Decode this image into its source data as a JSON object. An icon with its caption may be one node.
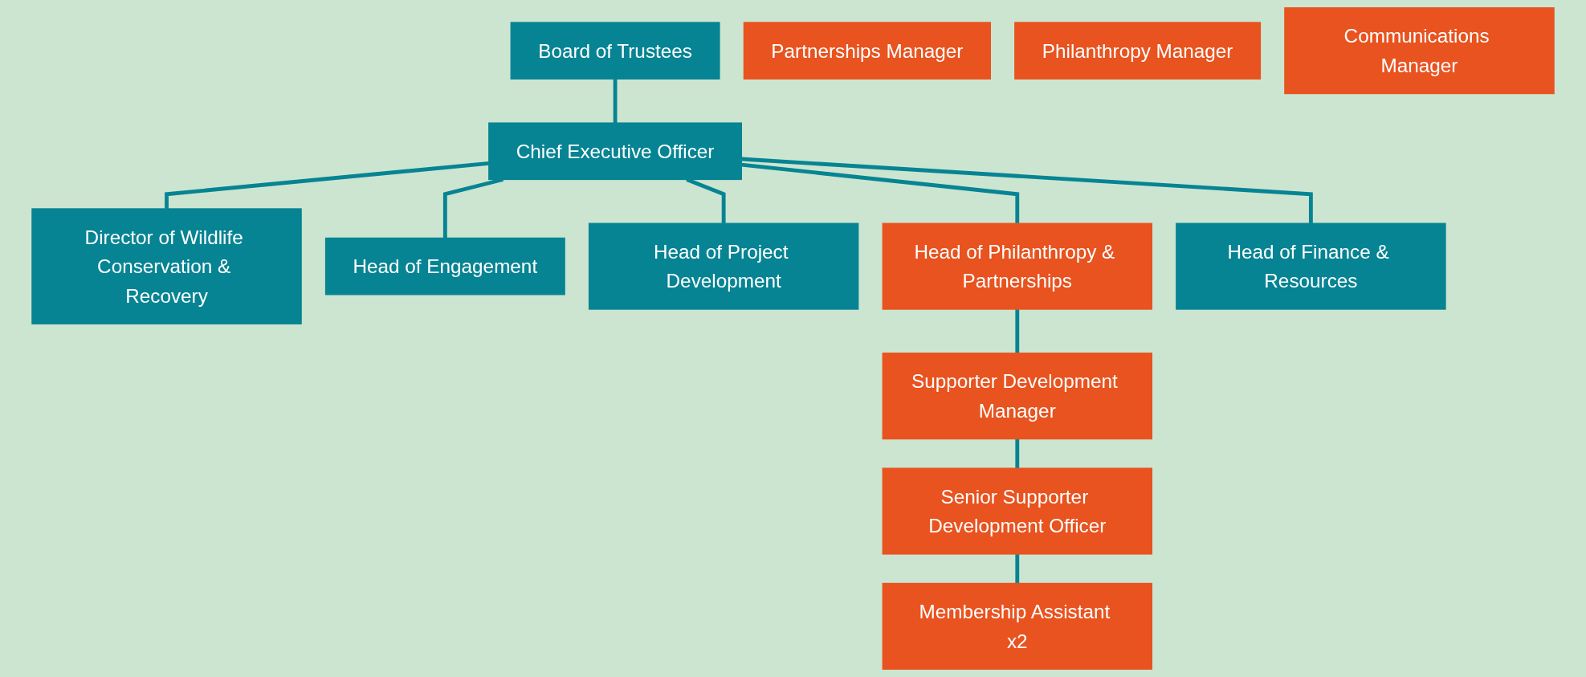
{
  "diagram": {
    "nodes": [
      {
        "text": [
          "Board of Trustees"
        ]
      },
      {
        "text": [
          "Chief Executive Officer"
        ]
      },
      {
        "text": [
          "Director of Wildlife Conservation & Recovery"
        ]
      },
      {
        "text": [
          "Head of Engagement"
        ]
      },
      {
        "text": [
          "Head of Project Development"
        ]
      },
      {
        "text": [
          "Head of Philanthropy & Partnerships"
        ]
      },
      {
        "text": [
          "Head of Finance & Resources"
        ]
      },
      {
        "text": [
          "Partnerships Manager"
        ]
      },
      {
        "text": [
          "Philanthropy Manager"
        ]
      },
      {
        "text": [
          "Supporter Development Manager"
        ]
      },
      {
        "text": [
          "Communications Manager"
        ]
      },
      {
        "text": [
          "Senior Supporter Development Officer"
        ]
      },
      {
        "text": [
          "Membership Assistant x2"
        ]
      }
    ],
    "edges": [
      {
        "from": 0,
        "to": 1,
        "arrow": "none"
      },
      {
        "from": 1,
        "to": 2,
        "arrow": "none"
      },
      {
        "from": 1,
        "to": 3,
        "arrow": "none"
      },
      {
        "from": 1,
        "to": 4,
        "arrow": "none"
      },
      {
        "from": 1,
        "to": 5,
        "arrow": "none"
      },
      {
        "from": 1,
        "to": 6,
        "arrow": "none"
      },
      {
        "from": 5,
        "to": 9,
        "arrow": "none"
      },
      {
        "from": 9,
        "to": 11,
        "arrow": "none"
      },
      {
        "from": 11,
        "to": 12,
        "arrow": "none"
      }
    ]
  }
}
